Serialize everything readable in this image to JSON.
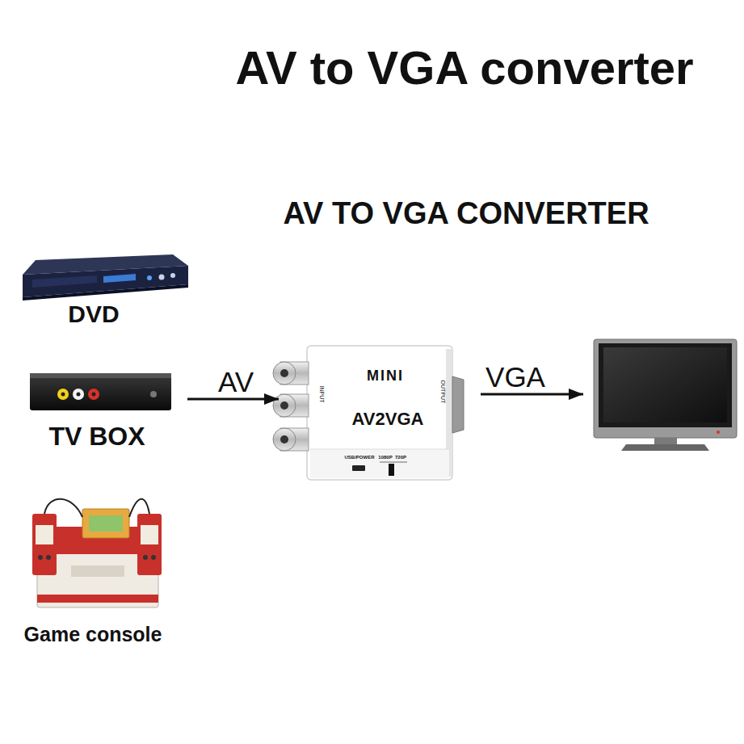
{
  "diagram": {
    "title": "AV to VGA converter",
    "nodes": [
      {
        "text": [
          "DVD"
        ]
      },
      {
        "text": [
          "TV BOX"
        ]
      },
      {
        "text": [
          "Game console"
        ]
      },
      {
        "text": [
          "MINI",
          "AV2VGA",
          "INPUT",
          "OUTPUT",
          "USB/POWER",
          "1080P",
          "720P"
        ]
      },
      {
        "text": []
      }
    ],
    "edges": [
      {
        "from": 1,
        "to": 3,
        "label": "AV",
        "arrow": "to"
      },
      {
        "from": 3,
        "to": 4,
        "label": "VGA",
        "arrow": "to"
      }
    ],
    "labels": [
      "AV TO VGA CONVERTER"
    ]
  }
}
